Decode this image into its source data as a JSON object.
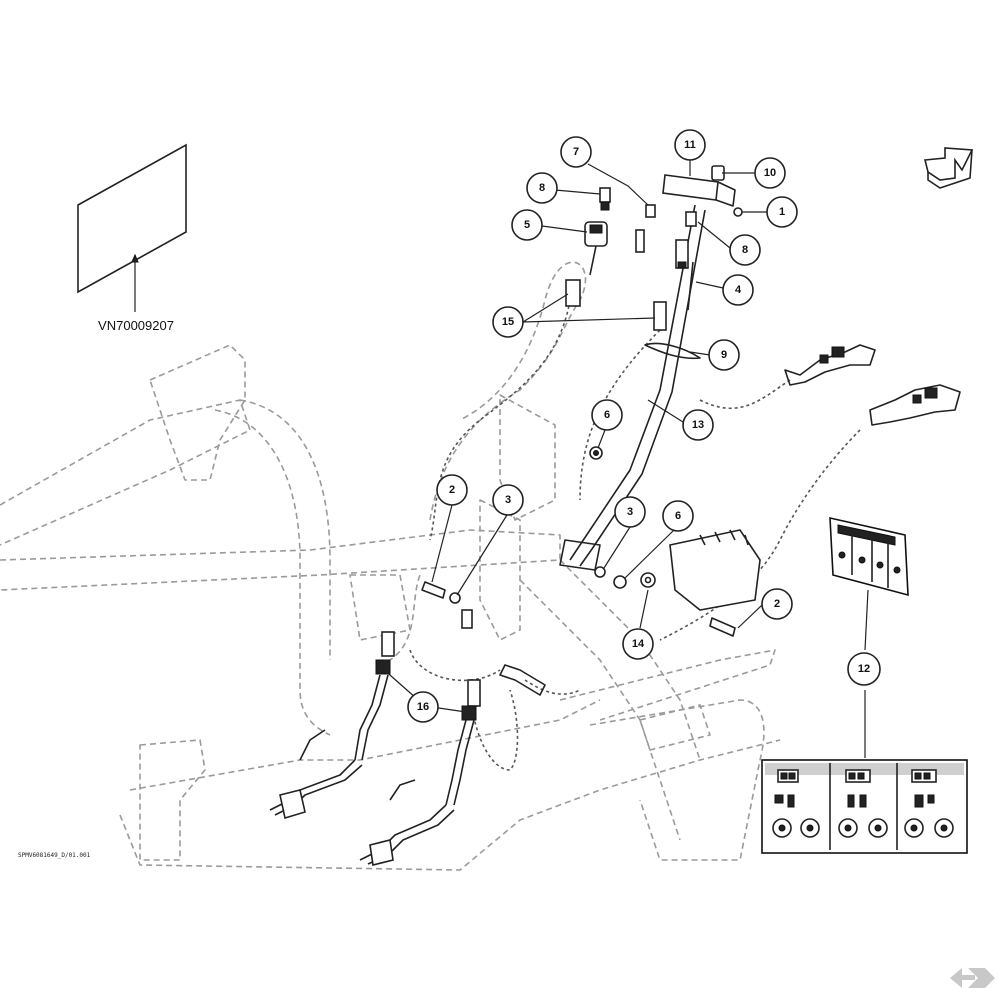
{
  "document_label": "VN70009207",
  "drawing_reference": "SPMV6081649_D/01.001",
  "callouts": [
    "7",
    "11",
    "10",
    "8",
    "1",
    "5",
    "8",
    "4",
    "15",
    "9",
    "13",
    "6",
    "2",
    "3",
    "3",
    "6",
    "2",
    "14",
    "16",
    "12"
  ],
  "icons": {
    "direction_arrow": "direction-arrow-icon",
    "corner_logo": "k-logo-icon"
  }
}
